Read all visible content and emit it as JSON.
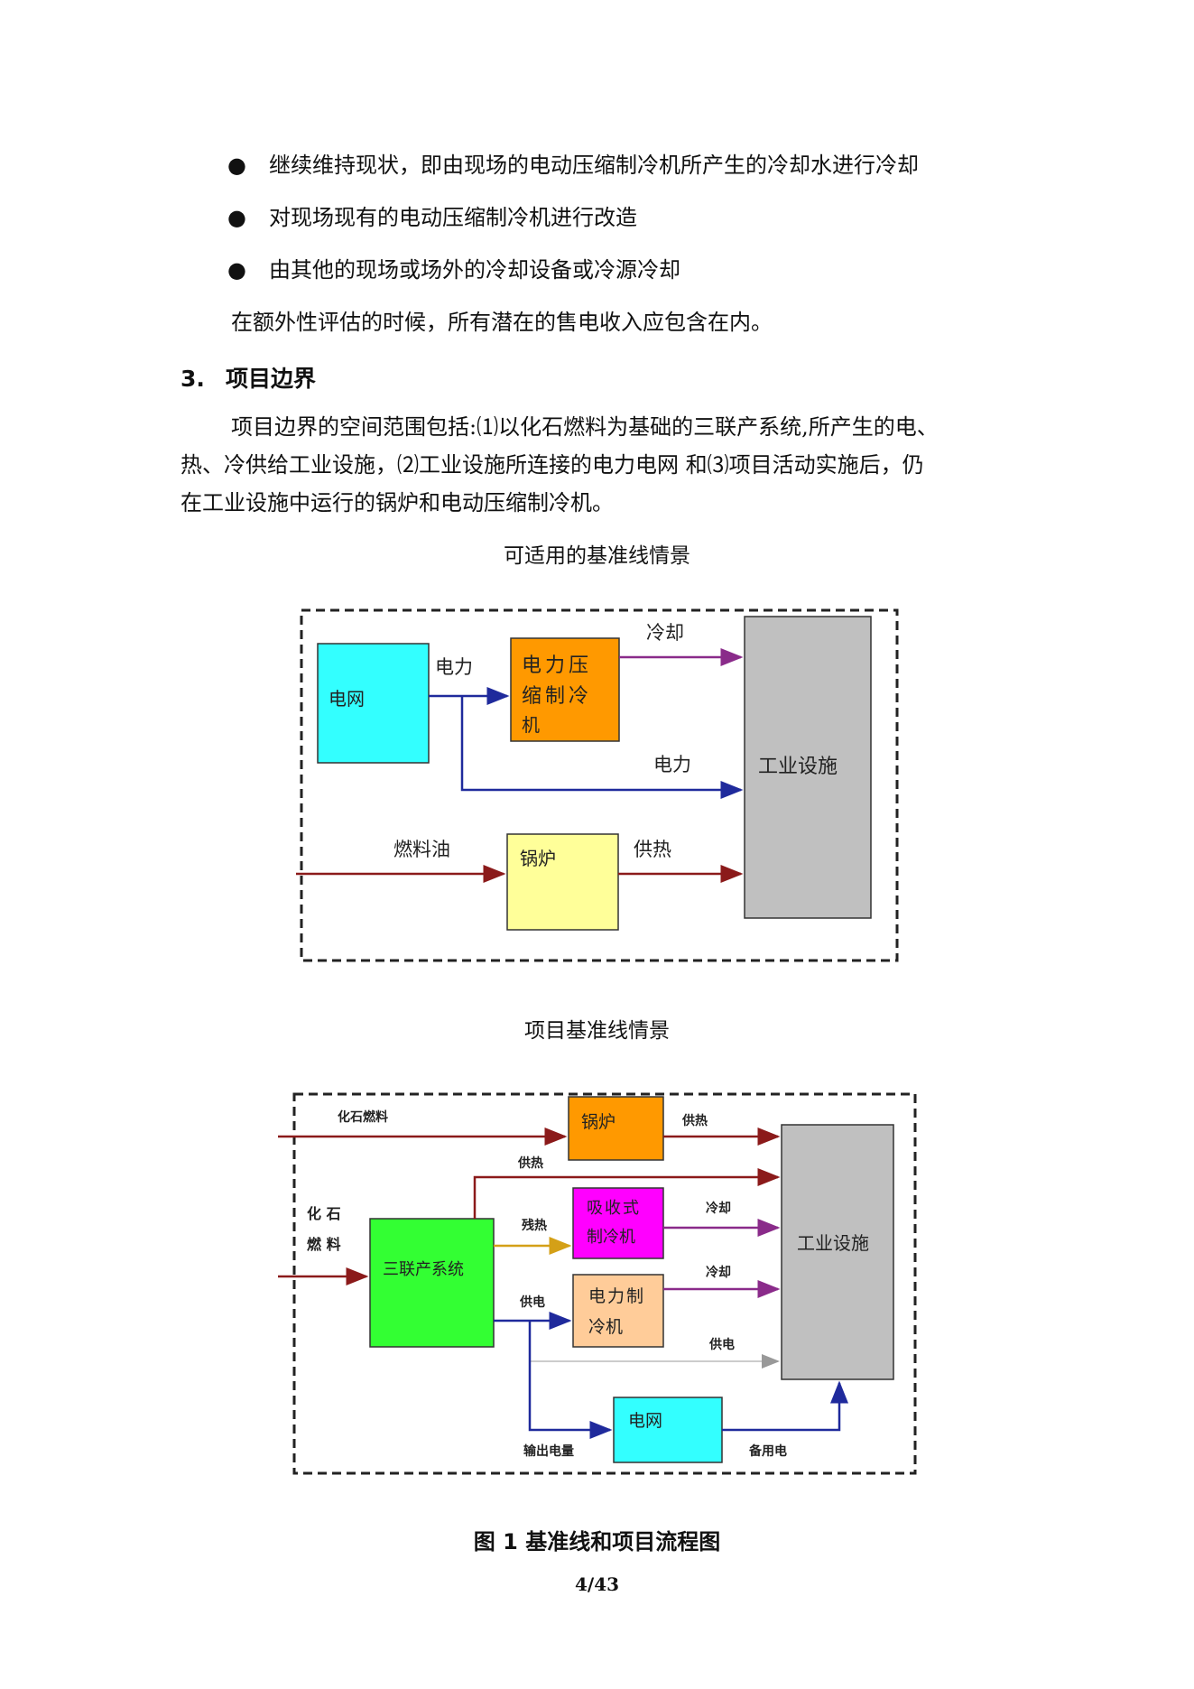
{
  "bullets": [
    "继续维持现状，即由现场的电动压缩制冷机所产生的冷却水进行冷却",
    "对现场现有的电动压缩制冷机进行改造",
    "由其他的现场或场外的冷却设备或冷源冷却"
  ],
  "bullet_symbol": "●",
  "paragraph1": "在额外性评估的时候，所有潜在的售电收入应包含在内。",
  "section": {
    "number": "3.",
    "title": "项目边界"
  },
  "paragraph2": [
    "项目边界的空间范围包括:⑴以化石燃料为基础的三联产系统,所产生的电、",
    "热、冷供给工业设施，⑵工业设施所连接的电力电网  和⑶项目活动实施后，仍",
    "在工业设施中运行的锅炉和电动压缩制冷机。"
  ],
  "diagram1": {
    "caption": "可适用的基准线情景",
    "grid_box": "电网",
    "chiller_box": [
      "电力压",
      "缩制冷",
      "机"
    ],
    "boiler_box": "锅炉",
    "facility_box": "工业设施",
    "label_power1": "电力",
    "label_cooling": "冷却",
    "label_power2": "电力",
    "label_fuel_oil": "燃料油",
    "label_heat": "供热",
    "colors": {
      "grid": "#33ffff",
      "chiller": "#ff9900",
      "boiler": "#ffff99",
      "facility": "#c0c0c0"
    }
  },
  "diagram2": {
    "caption": "项目基准线情景",
    "fossil_fuel_top": "化石燃料",
    "fossil_fuel_left": [
      "化 石",
      "燃 料"
    ],
    "boiler_box": "锅炉",
    "absorption_box": [
      "吸收式",
      "制冷机"
    ],
    "trigen_box": "三联产系统",
    "elec_chiller_box": [
      "电力制",
      "冷机"
    ],
    "grid_box": "电网",
    "facility_box": "工业设施",
    "label_heat_top": "供热",
    "label_heat_mid": "供热",
    "label_waste_heat": "残热",
    "label_cool1": "冷却",
    "label_cool2": "冷却",
    "label_supply_elec1": "供电",
    "label_supply_elec2": "供电",
    "label_export": "输出电量",
    "label_backup": "备用电",
    "colors": {
      "boiler": "#ff9900",
      "absorption": "#ff00ff",
      "trigen": "#33ff33",
      "elec_chiller": "#ffcc99",
      "grid": "#33ffff",
      "facility": "#c0c0c0"
    }
  },
  "figure_title": "图 1  基准线和项目流程图",
  "page_number": "4/43"
}
